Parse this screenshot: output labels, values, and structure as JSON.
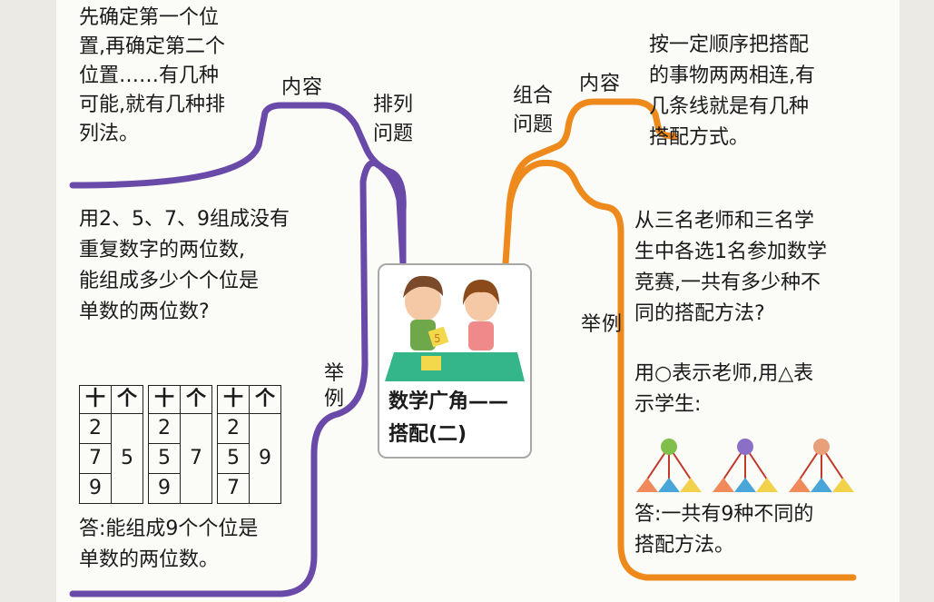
{
  "left": {
    "branch": "排列问题",
    "branch_lines": [
      "排列",
      "问题"
    ],
    "content_label": "内容",
    "content_lines": [
      "先确定第一个位",
      "置,再确定第二个",
      "位置……有几种",
      "可能,就有几种排",
      "列法。"
    ],
    "example_label": "举例",
    "example_label_lines": [
      "举",
      "例"
    ],
    "question_lines": [
      "用2、5、7、9组成没有",
      "重复数字的两位数,",
      "能组成多少个个位是",
      "单数的两位数?"
    ],
    "tables": [
      {
        "headers": [
          "十",
          "个"
        ],
        "tens": [
          "2",
          "7",
          "9"
        ],
        "ones": "5"
      },
      {
        "headers": [
          "十",
          "个"
        ],
        "tens": [
          "2",
          "5",
          "9"
        ],
        "ones": "7"
      },
      {
        "headers": [
          "十",
          "个"
        ],
        "tens": [
          "2",
          "5",
          "7"
        ],
        "ones": "9"
      }
    ],
    "answer_lines": [
      "答:能组成9个个位是",
      "单数的两位数。"
    ]
  },
  "center": {
    "title_lines": [
      "数学广角——",
      "搭配(二)"
    ],
    "card_number": "5"
  },
  "right": {
    "branch": "组合问题",
    "branch_lines": [
      "组合",
      "问题"
    ],
    "content_label": "内容",
    "content_lines": [
      "按一定顺序把搭配",
      "的事物两两相连,有",
      "几条线就是有几种",
      "搭配方式。"
    ],
    "example_label": "举例",
    "question_lines": [
      "从三名老师和三名学",
      "生中各选1名参加数学",
      "竞赛,一共有多少种不",
      "同的搭配方法?"
    ],
    "note_lines": [
      "用○表示老师,用△表",
      "示学生:"
    ],
    "answer_lines": [
      "答:一共有9种不同的",
      "搭配方法。"
    ],
    "tree_root_colors": [
      "#7fbf4a",
      "#8b6fc6",
      "#e8a07a"
    ],
    "triangle_colors": [
      "#f08a5a",
      "#4aa6d8",
      "#f2d24a"
    ]
  },
  "colors": {
    "left_line": "#6a4aa8",
    "right_line": "#ee8a1c"
  }
}
